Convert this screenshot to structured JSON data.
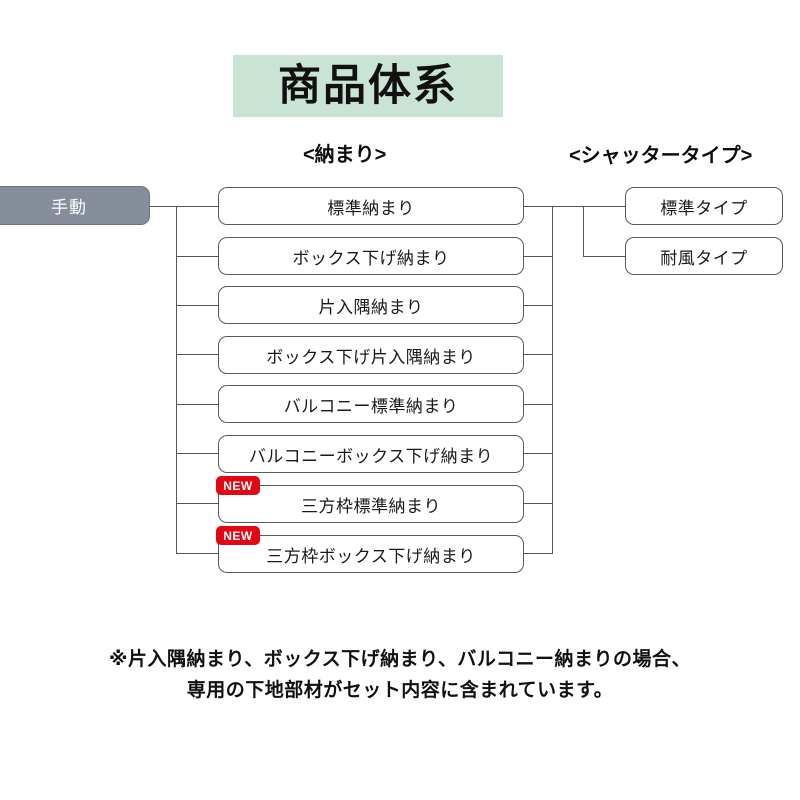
{
  "title": {
    "text": "商品体系"
  },
  "headers": {
    "osamari": "<納まり>",
    "shutter_type": "<シャッタータイプ>"
  },
  "root": {
    "label": "手動"
  },
  "osamari_nodes": [
    {
      "label": "標準納まり",
      "badge": null
    },
    {
      "label": "ボックス下げ納まり",
      "badge": null
    },
    {
      "label": "片入隅納まり",
      "badge": null
    },
    {
      "label": "ボックス下げ片入隅納まり",
      "badge": null
    },
    {
      "label": "バルコニー標準納まり",
      "badge": null
    },
    {
      "label": "バルコニーボックス下げ納まり",
      "badge": null
    },
    {
      "label": "三方枠標準納まり",
      "badge": "NEW"
    },
    {
      "label": "三方枠ボックス下げ納まり",
      "badge": "NEW"
    }
  ],
  "type_nodes": [
    {
      "label": "標準タイプ"
    },
    {
      "label": "耐風タイプ"
    }
  ],
  "footer": {
    "line1": "※片入隅納まり、ボックス下げ納まり、バルコニー納まりの場合、",
    "line2": "専用の下地部材がセット内容に含まれています。"
  },
  "colors": {
    "title_background": "#c9e3d4",
    "root_fill": "#868e9c",
    "badge_red": "#e30613",
    "line": "#555555",
    "node_border": "#5b5a57"
  }
}
